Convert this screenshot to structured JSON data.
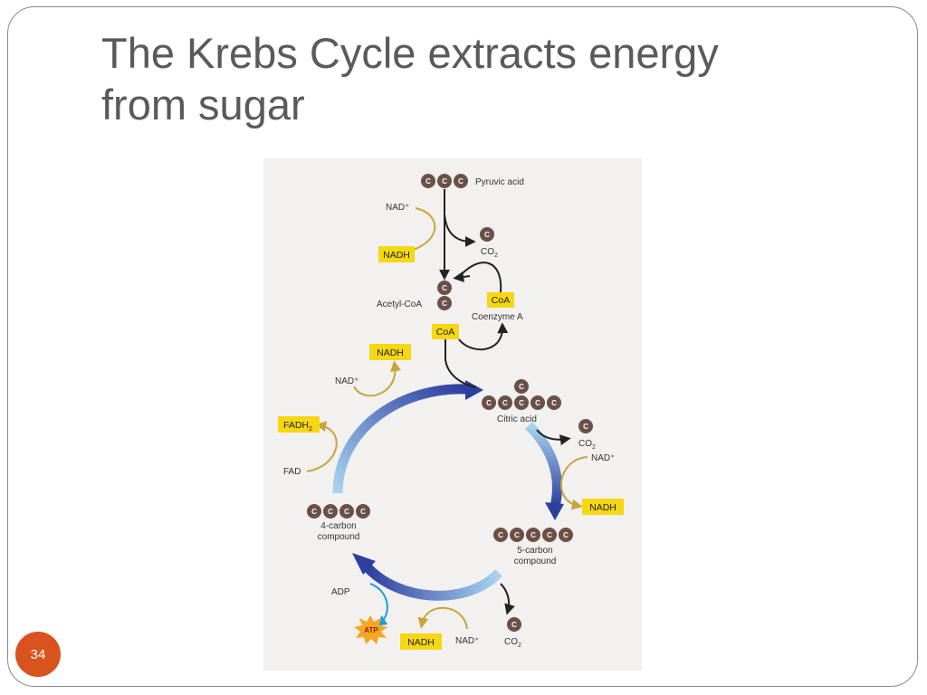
{
  "slide": {
    "title_line1": "The Krebs Cycle extracts energy",
    "title_line2": "from sugar",
    "page_number": "34"
  },
  "diagram": {
    "pyruvic_acid": "Pyruvic acid",
    "nad_plus": "NAD⁺",
    "nadh": "NADH",
    "co2": "CO",
    "co2_sub": "2",
    "acetyl_coa": "Acetyl-CoA",
    "coa": "CoA",
    "coenzyme_a": "Coenzyme A",
    "citric_acid": "Citric acid",
    "five_carbon_line1": "5-carbon",
    "five_carbon_line2": "compound",
    "four_carbon_line1": "4-carbon",
    "four_carbon_line2": "compound",
    "fadh": "FADH",
    "fadh_sub": "2",
    "fad": "FAD",
    "adp": "ADP",
    "atp": "ATP",
    "carbon": "C"
  },
  "colors": {
    "slide_border": "#8a8a8a",
    "title_text": "#5a5a5a",
    "figure_bg": "#f2f1ef",
    "carbon_ball": "#6b5048",
    "label_box": "#f5d712",
    "cofactor_arrow": "#c9a43a",
    "cycle_dark": "#2c3e9e",
    "cycle_light": "#a8d4f0",
    "atp_burst": "#f5a623",
    "adp_arrow": "#1e9fd8",
    "page_badge": "#d9531e"
  }
}
